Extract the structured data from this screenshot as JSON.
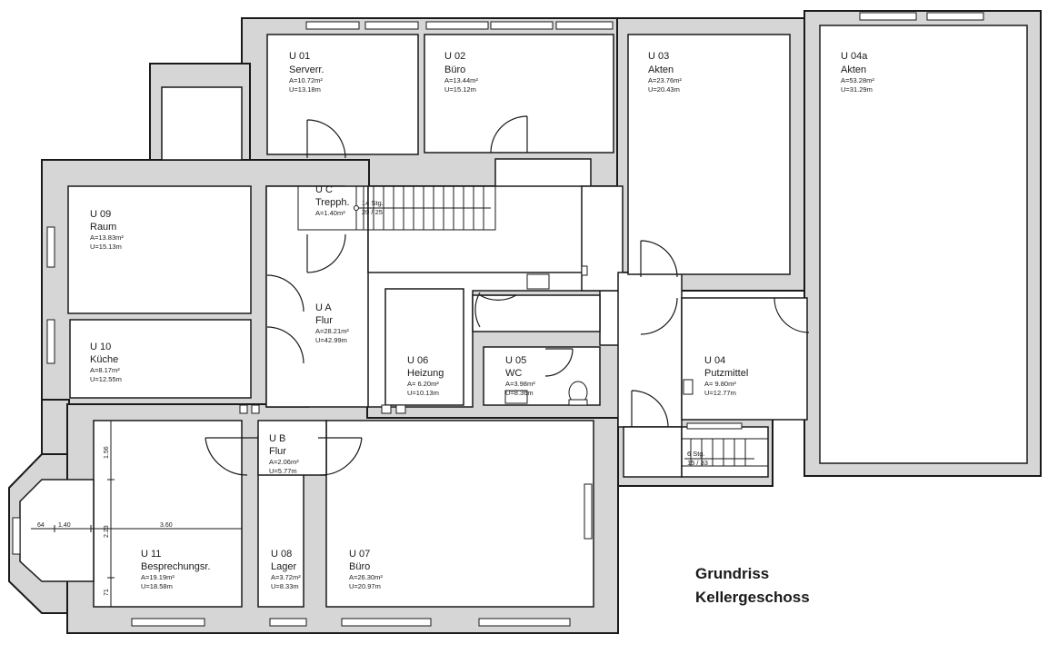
{
  "title": {
    "line1": "Grundriss",
    "line2": "Kellergeschoss"
  },
  "rooms": {
    "u01": {
      "id": "U 01",
      "name": "Serverr.",
      "area": "A=10.72m²",
      "perimeter": "U=13.18m"
    },
    "u02": {
      "id": "U 02",
      "name": "Büro",
      "area": "A=13.44m²",
      "perimeter": "U=15.12m"
    },
    "u03": {
      "id": "U 03",
      "name": "Akten",
      "area": "A=23.76m²",
      "perimeter": "U=20.43m"
    },
    "u04a": {
      "id": "U 04a",
      "name": "Akten",
      "area": "A=53.28m²",
      "perimeter": "U=31.29m"
    },
    "uc": {
      "id": "U C",
      "name": "Trepph.",
      "area": "A=1.40m²",
      "perimeter": ""
    },
    "u09": {
      "id": "U 09",
      "name": "Raum",
      "area": "A=13.83m²",
      "perimeter": "U=15.13m"
    },
    "ua": {
      "id": "U A",
      "name": "Flur",
      "area": "A=28.21m²",
      "perimeter": "U=42.99m"
    },
    "u10": {
      "id": "U 10",
      "name": "Küche",
      "area": "A=8.17m²",
      "perimeter": "U=12.55m"
    },
    "u06": {
      "id": "U 06",
      "name": "Heizung",
      "area": "A=  6.20m²",
      "perimeter": "U=10.13m"
    },
    "u05": {
      "id": "U 05",
      "name": "WC",
      "area": "A=3.98m²",
      "perimeter": "U=8.36m"
    },
    "u04": {
      "id": "U 04",
      "name": "Putzmittel",
      "area": "A=  9.80m²",
      "perimeter": "U=12.77m"
    },
    "ub": {
      "id": "U B",
      "name": "Flur",
      "area": "A=2.06m²",
      "perimeter": "U=5.77m"
    },
    "u11": {
      "id": "U 11",
      "name": "Besprechungsr.",
      "area": "A=19.19m²",
      "perimeter": "U=18.58m"
    },
    "u08": {
      "id": "U 08",
      "name": "Lager",
      "area": "A=3.72m²",
      "perimeter": "U=8.33m"
    },
    "u07": {
      "id": "U 07",
      "name": "Büro",
      "area": "A=26.30m²",
      "perimeter": "U=20.97m"
    }
  },
  "stairs": {
    "main": {
      "steps": "14 Stg.",
      "ratio": "20 / 25"
    },
    "east": {
      "steps": "6 Stg.",
      "ratio": "15 / 33"
    }
  },
  "dimensions": {
    "d_64": "64",
    "d_140": "1.40",
    "d_360": "3.60",
    "d_156": "1.56",
    "d_223": "2.23",
    "d_71": "71"
  }
}
